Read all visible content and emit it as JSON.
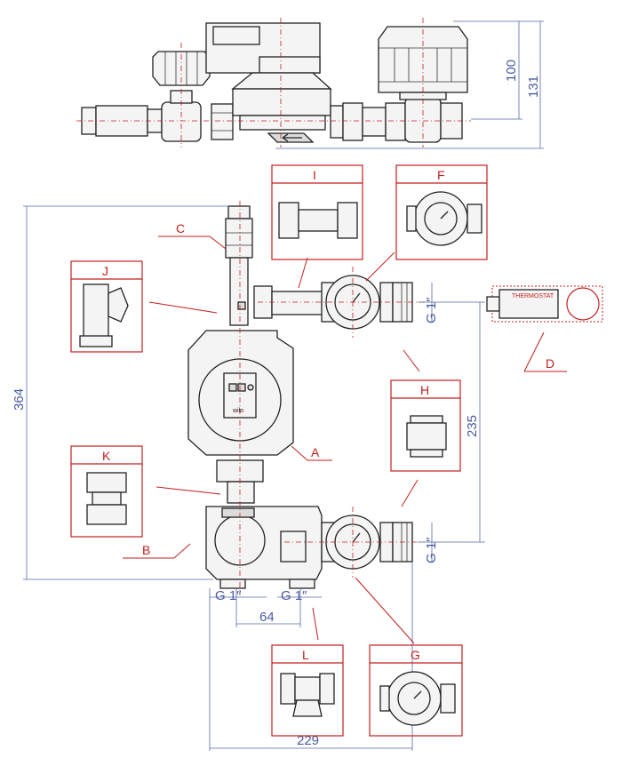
{
  "dimensions": {
    "d100": "100",
    "d131": "131",
    "d364": "364",
    "d235": "235",
    "d64": "64",
    "d229": "229",
    "thread_top": "G 1″",
    "thread_mid": "G 1″",
    "thread_bottom_left": "G 1″",
    "thread_bottom_right": "G 1″"
  },
  "labels": {
    "A": "A",
    "B": "B",
    "C": "C",
    "D": "D",
    "F": "F",
    "G": "G",
    "H": "H",
    "I": "I",
    "J": "J",
    "K": "K",
    "L": "L"
  },
  "thermostat_text": "THERMOSTAT",
  "pump_brand": "wilo",
  "colors": {
    "callout": "#c41e1e",
    "dimension": "#4a5aa0",
    "outline": "#222222"
  }
}
